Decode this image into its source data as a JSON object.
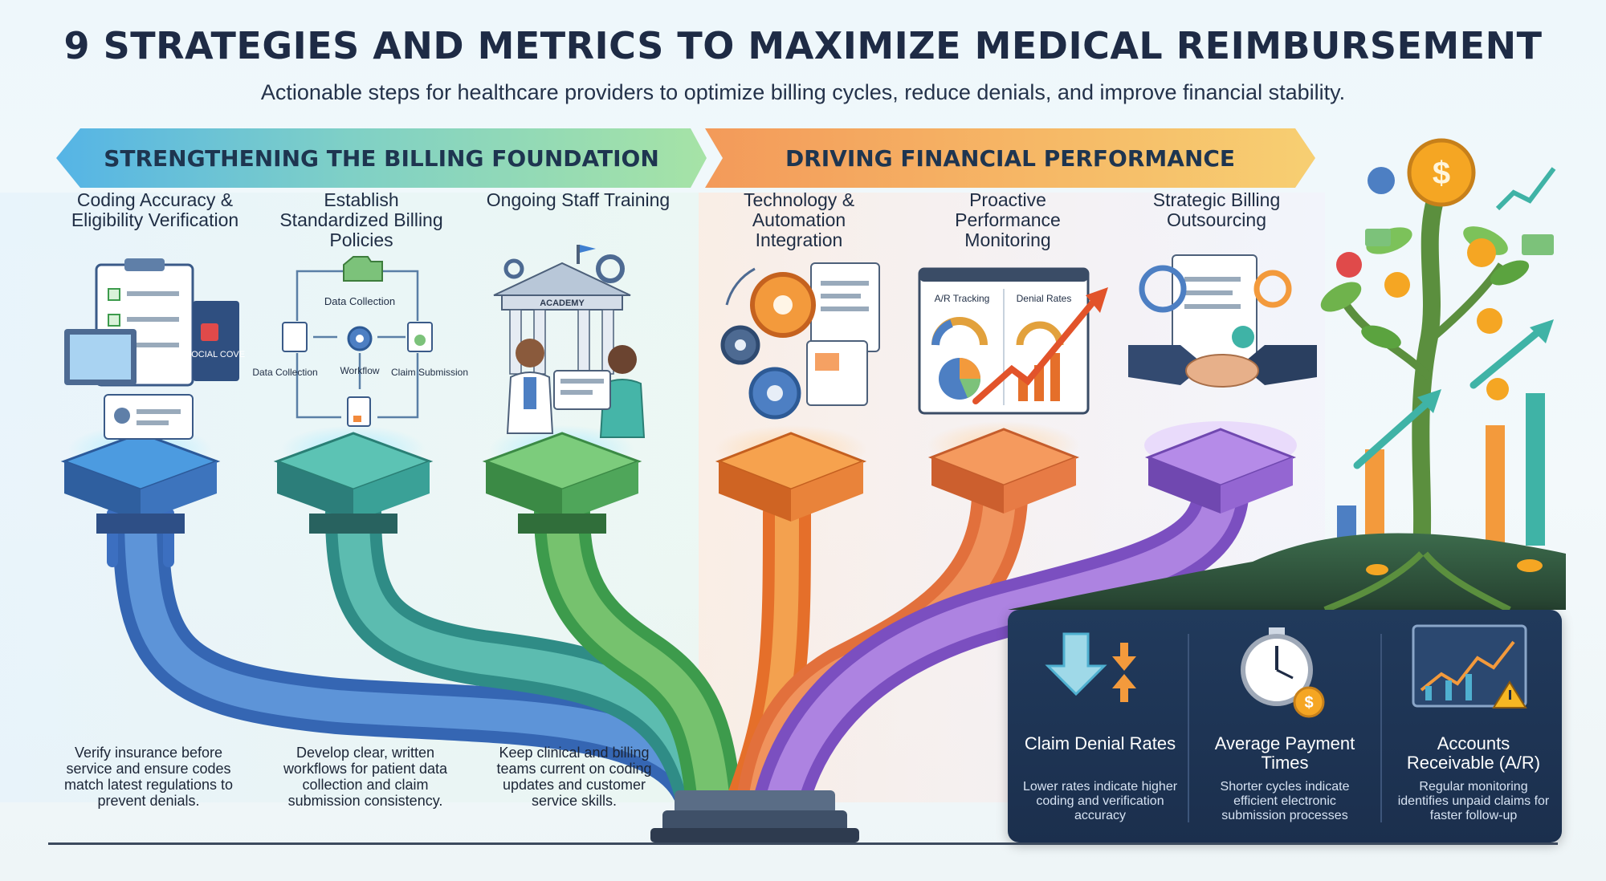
{
  "title": "9 STRATEGIES AND METRICS TO MAXIMIZE MEDICAL REIMBURSEMENT",
  "subtitle": "Actionable steps for healthcare providers to optimize billing cycles, reduce denials, and improve financial stability.",
  "banners": {
    "left": "STRENGTHENING THE BILLING FOUNDATION",
    "right": "DRIVING FINANCIAL PERFORMANCE"
  },
  "strategies": [
    {
      "title": "Coding Accuracy & Eligibility Verification",
      "desc": "Verify insurance before service and ensure codes match latest regulations to prevent denials."
    },
    {
      "title": "Establish Standardized Billing Policies",
      "desc": "Develop clear, written workflows for patient data collection and claim submission consistency."
    },
    {
      "title": "Ongoing Staff Training",
      "desc": "Keep clinical and billing teams current on coding updates and customer service skills."
    },
    {
      "title": "Technology & Automation Integration"
    },
    {
      "title": "Proactive Performance Monitoring"
    },
    {
      "title": "Strategic Billing Outsourcing"
    }
  ],
  "illustration_labels": {
    "clipboard_card": "SOCIAL COVE",
    "workflow_top": "Data Collection",
    "workflow_left": "Data Collection",
    "workflow_center": "Workflow",
    "workflow_right": "Claim Submission",
    "academy": "ACADEMY",
    "dashboard_left": "A/R Tracking",
    "dashboard_right": "Denial Rates"
  },
  "metrics": [
    {
      "title": "Claim Denial Rates",
      "desc": "Lower rates indicate higher coding and verification accuracy"
    },
    {
      "title": "Average Payment Times",
      "desc": "Shorter cycles indicate efficient electronic submission processes"
    },
    {
      "title": "Accounts Receivable (A/R)",
      "desc": "Regular monitoring identifies unpaid claims for faster follow-up"
    }
  ],
  "colors": {
    "blue": "#4a86d4",
    "teal": "#3fb3a6",
    "green": "#5cb85c",
    "orange": "#f28a3c",
    "purple": "#9b6fd4",
    "navy": "#1e2b45"
  }
}
